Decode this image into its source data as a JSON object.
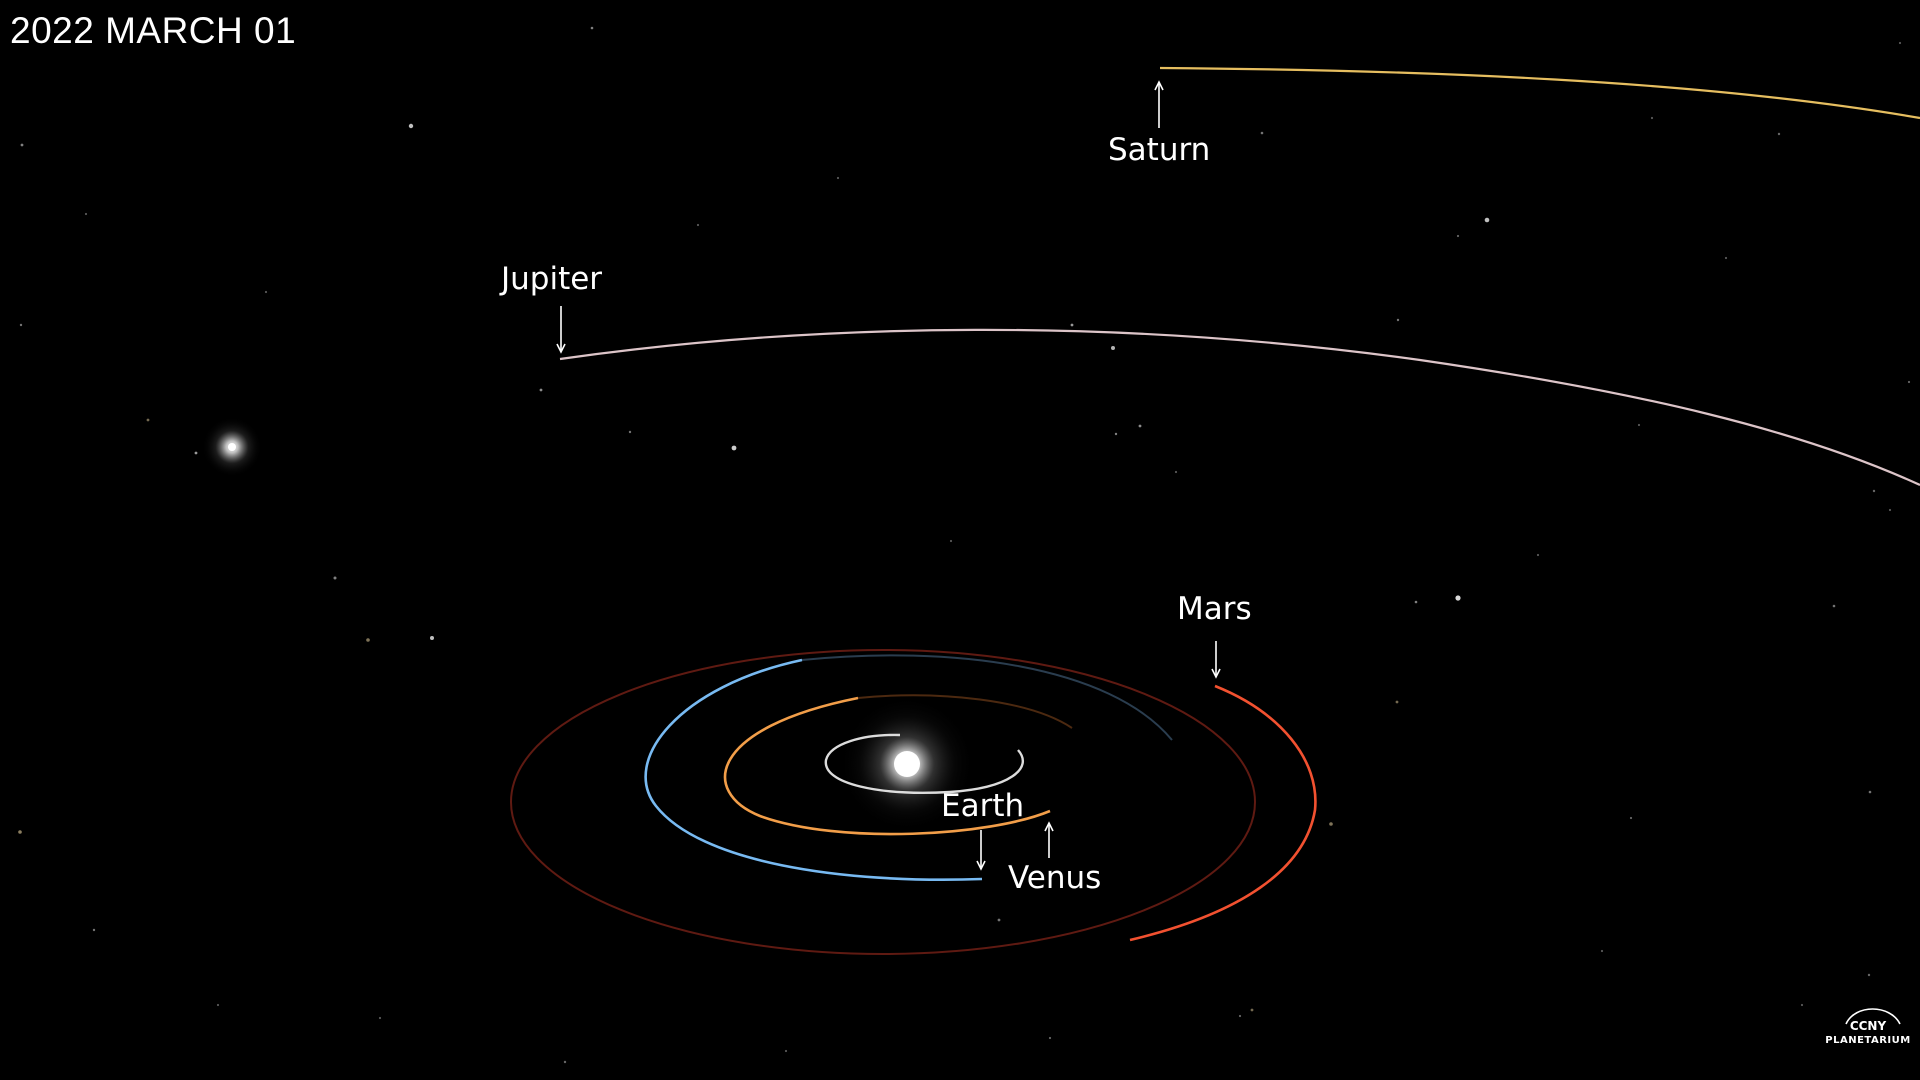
{
  "date": "2022 MARCH 01",
  "labels": {
    "saturn": "Saturn",
    "jupiter": "Jupiter",
    "mars": "Mars",
    "earth": "Earth",
    "venus": "Venus"
  },
  "logo": {
    "line1": "CCNY",
    "line2": "PLANETARIUM"
  },
  "colors": {
    "background": "#000000",
    "sun": "#ffffff",
    "mercury_orbit": "#e8e8e8",
    "venus_orbit": "#ffa64d",
    "earth_orbit": "#7ec4ff",
    "mars_orbit": "#ff5533",
    "jupiter_orbit": "#e8cfd3",
    "saturn_orbit": "#ffd36a"
  }
}
